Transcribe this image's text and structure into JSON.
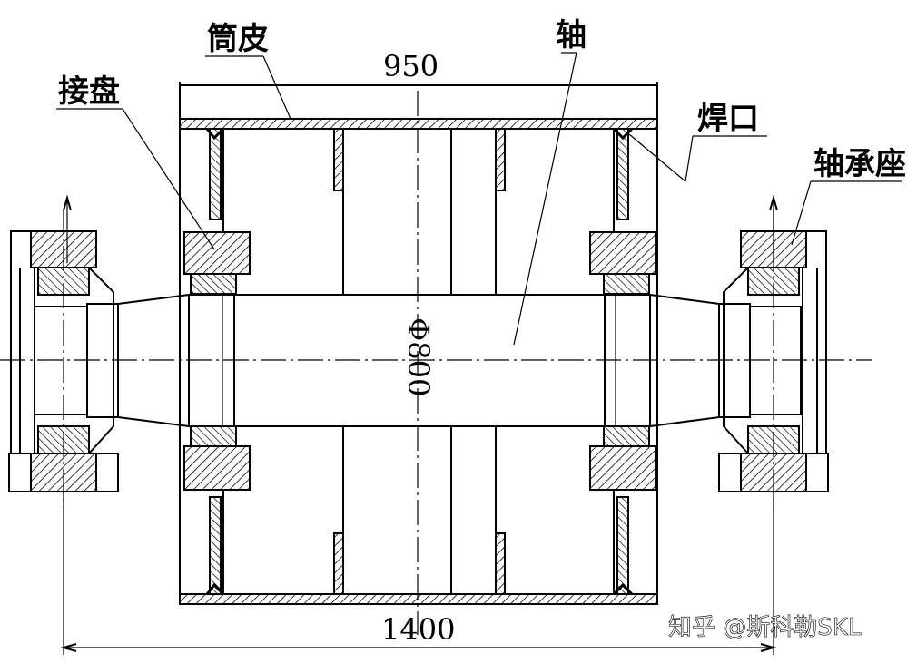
{
  "labels": {
    "shell": "筒皮",
    "hub": "接盘",
    "shaft": "轴",
    "weld": "焊口",
    "bearing_seat": "轴承座"
  },
  "dimensions": {
    "shell_length": "950",
    "bearing_span": "1400",
    "shaft_diameter": "Φ800"
  },
  "watermark": "知乎 @斯科勒SKL"
}
